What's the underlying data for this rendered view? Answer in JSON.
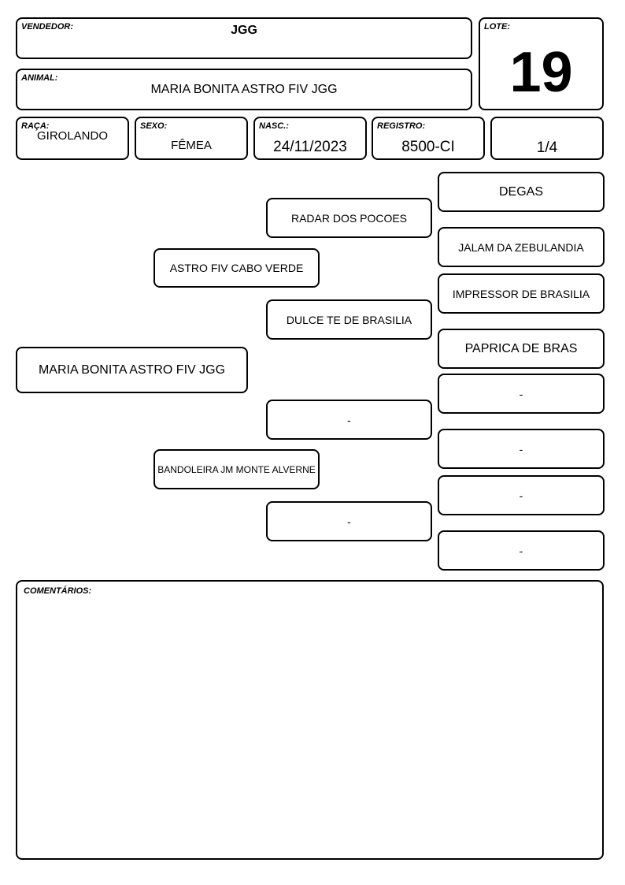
{
  "header": {
    "vendedor_label": "VENDEDOR:",
    "vendedor": "JGG",
    "animal_label": "ANIMAL:",
    "animal": "MARIA BONITA ASTRO FIV JGG",
    "lote_label": "LOTE:",
    "lote": "19"
  },
  "info": {
    "raca_label": "RAÇA:",
    "raca": "GIROLANDO",
    "sexo_label": "SEXO:",
    "sexo": "FÊMEA",
    "nasc_label": "NASC.:",
    "nasc": "24/11/2023",
    "registro_label": "REGISTRO:",
    "registro": "8500-CI",
    "fracao": "1/4"
  },
  "pedigree": {
    "animal": "MARIA BONITA ASTRO FIV JGG",
    "pai": "ASTRO FIV CABO VERDE",
    "mae": "BANDOLEIRA JM MONTE ALVERNE",
    "avo_paterno": "RADAR DOS POCOES",
    "avo_paterna": "DULCE TE DE BRASILIA",
    "avo_materno": "-",
    "avo_materna": "-",
    "bisavos": [
      "DEGAS",
      "JALAM DA ZEBULANDIA",
      "IMPRESSOR DE BRASILIA",
      "PAPRICA DE BRAS",
      "-",
      "-",
      "-",
      "-"
    ]
  },
  "comentarios": {
    "label": "COMENTÁRIOS:",
    "text": ""
  }
}
